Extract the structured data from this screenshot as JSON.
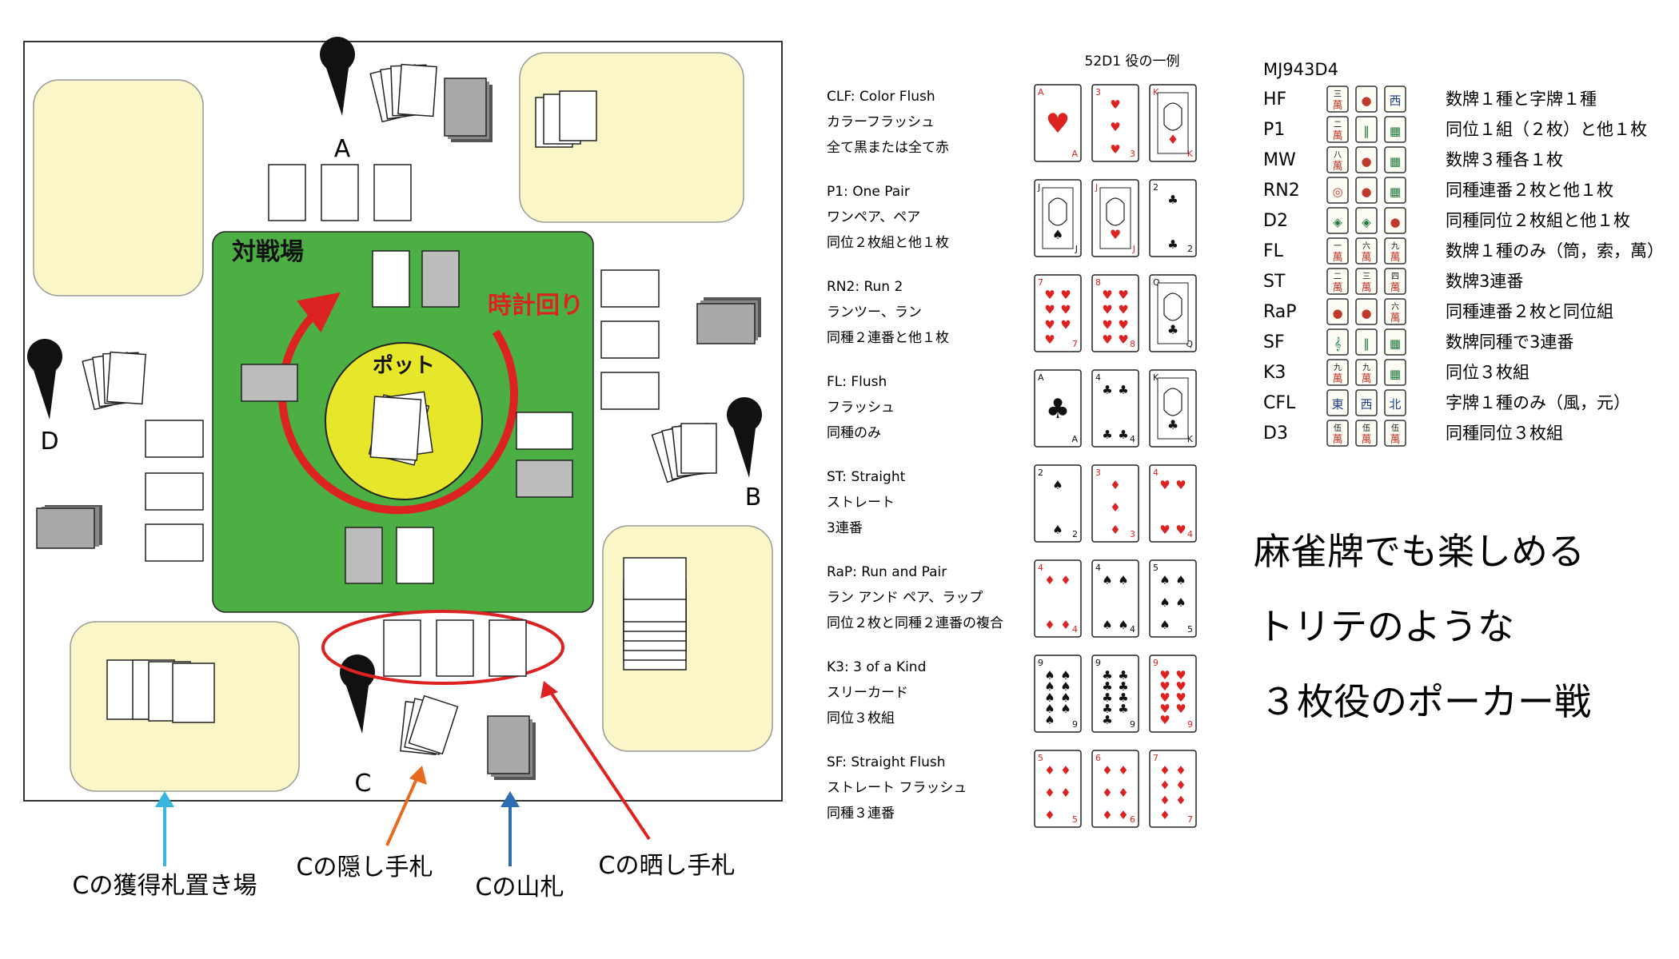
{
  "board": {
    "arena_label": "対戦場",
    "clockwise_label": "時計回り",
    "pot_label": "ポット",
    "players": {
      "A": "A",
      "B": "B",
      "C": "C",
      "D": "D"
    }
  },
  "callouts": {
    "acquired": "Cの獲得札置き場",
    "hidden": "Cの隠し手札",
    "deck": "Cの山札",
    "exposed": "Cの晒し手札"
  },
  "poker": {
    "title": "52D1 役の一例",
    "hands": [
      {
        "name": "CLF: Color Flush",
        "jp": "カラーフラッシュ",
        "desc": "全て黒または全て赤",
        "cards": [
          {
            "r": "A",
            "s": "♥",
            "c": "red",
            "type": "ace"
          },
          {
            "r": "3",
            "s": "♥",
            "c": "red",
            "type": "pip"
          },
          {
            "r": "K",
            "s": "♦",
            "c": "red",
            "type": "face"
          }
        ]
      },
      {
        "name": "P1: One Pair",
        "jp": "ワンペア、ペア",
        "desc": "同位２枚組と他１枚",
        "cards": [
          {
            "r": "J",
            "s": "♠",
            "c": "black",
            "type": "face"
          },
          {
            "r": "J",
            "s": "♥",
            "c": "red",
            "type": "face"
          },
          {
            "r": "2",
            "s": "♣",
            "c": "black",
            "type": "pip"
          }
        ]
      },
      {
        "name": "RN2: Run 2",
        "jp": "ランツー、ラン",
        "desc": "同種２連番と他１枚",
        "cards": [
          {
            "r": "7",
            "s": "♥",
            "c": "red",
            "type": "pip"
          },
          {
            "r": "8",
            "s": "♥",
            "c": "red",
            "type": "pip"
          },
          {
            "r": "Q",
            "s": "♣",
            "c": "black",
            "type": "face"
          }
        ]
      },
      {
        "name": "FL: Flush",
        "jp": "フラッシュ",
        "desc": "同種のみ",
        "cards": [
          {
            "r": "A",
            "s": "♣",
            "c": "black",
            "type": "ace"
          },
          {
            "r": "4",
            "s": "♣",
            "c": "black",
            "type": "pip"
          },
          {
            "r": "K",
            "s": "♣",
            "c": "black",
            "type": "face"
          }
        ]
      },
      {
        "name": "ST: Straight",
        "jp": "ストレート",
        "desc": "3連番",
        "cards": [
          {
            "r": "2",
            "s": "♠",
            "c": "black",
            "type": "pip"
          },
          {
            "r": "3",
            "s": "♦",
            "c": "red",
            "type": "pip"
          },
          {
            "r": "4",
            "s": "♥",
            "c": "red",
            "type": "pip"
          }
        ]
      },
      {
        "name": "RaP: Run and Pair",
        "jp": "ラン アンド ペア、ラップ",
        "desc": "同位２枚と同種２連番の複合",
        "cards": [
          {
            "r": "4",
            "s": "♦",
            "c": "red",
            "type": "pip"
          },
          {
            "r": "4",
            "s": "♠",
            "c": "black",
            "type": "pip"
          },
          {
            "r": "5",
            "s": "♠",
            "c": "black",
            "type": "pip"
          }
        ]
      },
      {
        "name": "K3: 3 of a Kind",
        "jp": "スリーカード",
        "desc": "同位３枚組",
        "cards": [
          {
            "r": "9",
            "s": "♠",
            "c": "black",
            "type": "pip"
          },
          {
            "r": "9",
            "s": "♣",
            "c": "black",
            "type": "pip"
          },
          {
            "r": "9",
            "s": "♥",
            "c": "red",
            "type": "pip"
          }
        ]
      },
      {
        "name": "SF: Straight Flush",
        "jp": "ストレート フラッシュ",
        "desc": "同種３連番",
        "cards": [
          {
            "r": "5",
            "s": "♦",
            "c": "red",
            "type": "pip"
          },
          {
            "r": "6",
            "s": "♦",
            "c": "red",
            "type": "pip"
          },
          {
            "r": "7",
            "s": "♦",
            "c": "red",
            "type": "pip"
          }
        ]
      }
    ]
  },
  "mahjong": {
    "title": "MJ943D4",
    "hands": [
      {
        "code": "HF",
        "desc": "数牌１種と字牌１種",
        "tiles": [
          {
            "t": "萬",
            "s": "三",
            "k": "char"
          },
          {
            "t": "●",
            "s": "",
            "k": "dot"
          },
          {
            "t": "西",
            "s": "",
            "k": "wind"
          }
        ]
      },
      {
        "code": "P1",
        "desc": "同位１組（２枚）と他１枚",
        "tiles": [
          {
            "t": "萬",
            "s": "二",
            "k": "char"
          },
          {
            "t": "‖",
            "s": "",
            "k": "bam"
          },
          {
            "t": "▦",
            "s": "",
            "k": "bam"
          }
        ]
      },
      {
        "code": "MW",
        "desc": "数牌３種各１枚",
        "tiles": [
          {
            "t": "萬",
            "s": "八",
            "k": "char"
          },
          {
            "t": "●",
            "s": "",
            "k": "dot"
          },
          {
            "t": "▦",
            "s": "",
            "k": "bam"
          }
        ]
      },
      {
        "code": "RN2",
        "desc": "同種連番２枚と他１枚",
        "tiles": [
          {
            "t": "◎",
            "s": "",
            "k": "dot"
          },
          {
            "t": "●",
            "s": "",
            "k": "dot"
          },
          {
            "t": "▦",
            "s": "",
            "k": "bam"
          }
        ]
      },
      {
        "code": "D2",
        "desc": "同種同位２枚組と他１枚",
        "tiles": [
          {
            "t": "◈",
            "s": "",
            "k": "bam"
          },
          {
            "t": "◈",
            "s": "",
            "k": "bam"
          },
          {
            "t": "●",
            "s": "",
            "k": "dot"
          }
        ]
      },
      {
        "code": "FL",
        "desc": "数牌１種のみ（筒，索，萬）",
        "tiles": [
          {
            "t": "萬",
            "s": "一",
            "k": "char"
          },
          {
            "t": "萬",
            "s": "六",
            "k": "char"
          },
          {
            "t": "萬",
            "s": "九",
            "k": "char"
          }
        ]
      },
      {
        "code": "ST",
        "desc": "数牌3連番",
        "tiles": [
          {
            "t": "萬",
            "s": "二",
            "k": "char"
          },
          {
            "t": "萬",
            "s": "三",
            "k": "char"
          },
          {
            "t": "萬",
            "s": "四",
            "k": "char"
          }
        ]
      },
      {
        "code": "RaP",
        "desc": "同種連番２枚と同位組",
        "tiles": [
          {
            "t": "●",
            "s": "",
            "k": "dot"
          },
          {
            "t": "●",
            "s": "",
            "k": "dot"
          },
          {
            "t": "萬",
            "s": "六",
            "k": "char"
          }
        ]
      },
      {
        "code": "SF",
        "desc": "数牌同種で3連番",
        "tiles": [
          {
            "t": "𝄞",
            "s": "",
            "k": "bam"
          },
          {
            "t": "‖",
            "s": "",
            "k": "bam"
          },
          {
            "t": "▦",
            "s": "",
            "k": "bam"
          }
        ]
      },
      {
        "code": "K3",
        "desc": "同位３枚組",
        "tiles": [
          {
            "t": "萬",
            "s": "九",
            "k": "char"
          },
          {
            "t": "萬",
            "s": "九",
            "k": "char"
          },
          {
            "t": "▦",
            "s": "",
            "k": "bam"
          }
        ]
      },
      {
        "code": "CFL",
        "desc": "字牌１種のみ（風，元）",
        "tiles": [
          {
            "t": "東",
            "s": "",
            "k": "wind"
          },
          {
            "t": "西",
            "s": "",
            "k": "wind"
          },
          {
            "t": "北",
            "s": "",
            "k": "wind"
          }
        ]
      },
      {
        "code": "D3",
        "desc": "同種同位３枚組",
        "tiles": [
          {
            "t": "萬",
            "s": "伍",
            "k": "char"
          },
          {
            "t": "萬",
            "s": "伍",
            "k": "char"
          },
          {
            "t": "萬",
            "s": "伍",
            "k": "char"
          }
        ]
      }
    ]
  },
  "tagline": [
    "麻雀牌でも楽しめる",
    "トリテのような",
    "３枚役のポーカー戦"
  ],
  "colors": {
    "arena": "#4caf44",
    "zone": "#fbf6c8",
    "pot": "#e6e62a",
    "arrow_red": "#dd2222",
    "callout_cyan": "#38b6e0",
    "callout_orange": "#e86a1e",
    "callout_blue": "#2e6db4",
    "deck_gray": "#a0a0a0"
  }
}
